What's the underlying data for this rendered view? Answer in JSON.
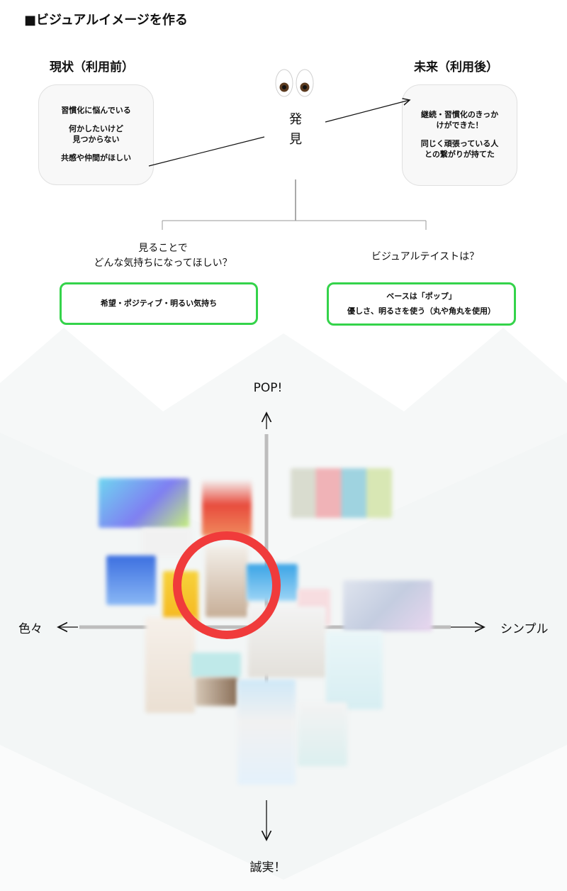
{
  "title": "■ビジュアルイメージを作る",
  "current": {
    "heading": "現状（利用前）",
    "lines": [
      "習慣化に悩んでいる",
      "何かしたいけど\n見つからない",
      "共感や仲間がほしい"
    ]
  },
  "future": {
    "heading": "未来（利用後）",
    "lines": [
      "継続・習慣化のきっか\nけができた！",
      "同じく頑張っている人\nとの繋がりが持てた"
    ]
  },
  "discovery": {
    "label": "発\n見",
    "icon": "eyes-icon"
  },
  "feeling": {
    "question": "見ることで\nどんな気持ちになってほしい？",
    "answer": "希望・ポジティブ・明るい気持ち"
  },
  "taste": {
    "question": "ビジュアルテイストは？",
    "answer_lines": [
      "ベースは「ポップ」",
      "優しさ、明るさを使う（丸や角丸を使用）"
    ]
  },
  "axes": {
    "top": "POP!",
    "bottom": "誠実！",
    "left": "色々",
    "right": "シンプル"
  },
  "colors": {
    "accent_green": "#34d34a",
    "highlight_red": "#f03b3b",
    "axis_gray": "#bdbdbd"
  }
}
